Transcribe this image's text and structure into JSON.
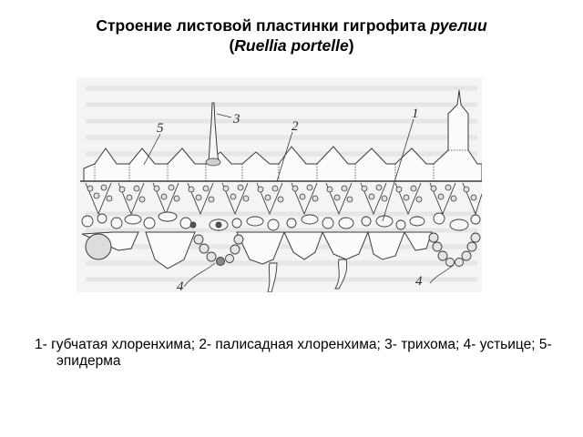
{
  "slide": {
    "title": {
      "line1_prefix": "Строение листовой пластинки гигрофита ",
      "line1_italic": "руелии",
      "line2_open": "(",
      "line2_italic": "Ruellia portelle",
      "line2_close": ")"
    },
    "figure": {
      "description": "Leaf blade cross-section of hygrophyte Ruellia",
      "labels": [
        {
          "id": "1",
          "text": "1"
        },
        {
          "id": "2",
          "text": "2"
        },
        {
          "id": "3",
          "text": "3"
        },
        {
          "id": "4a",
          "text": "4"
        },
        {
          "id": "4b",
          "text": "4"
        },
        {
          "id": "5",
          "text": "5"
        }
      ],
      "colors": {
        "background": "#f4f4f4",
        "ink": "#3a3a3a",
        "faded_text": "#e2e2e2"
      }
    },
    "caption": {
      "text": "1- губчатая хлоренхима; 2- палисадная хлоренхима; 3- трихома; 4- устьице; 5- эпидерма",
      "items": [
        {
          "number": "1",
          "term": "губчатая хлоренхима"
        },
        {
          "number": "2",
          "term": "палисадная хлоренхима"
        },
        {
          "number": "3",
          "term": "трихома"
        },
        {
          "number": "4",
          "term": "устьице"
        },
        {
          "number": "5",
          "term": "эпидерма"
        }
      ]
    }
  }
}
